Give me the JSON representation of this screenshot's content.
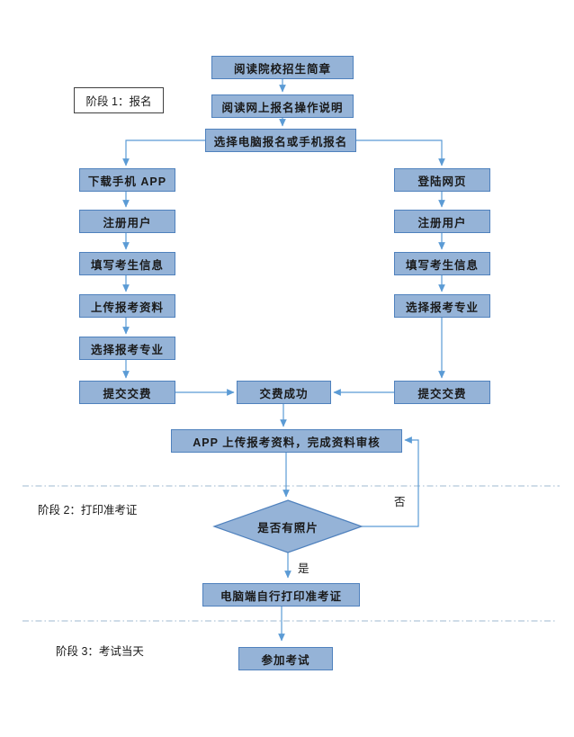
{
  "colors": {
    "node_fill": "#95B3D7",
    "node_border": "#4F81BD",
    "arrow": "#5B9BD5",
    "divider": "#9FB8D0",
    "text": "#1a1a1a",
    "stage_border": "#404040",
    "background": "#ffffff"
  },
  "stages": [
    {
      "label": "阶段 1：报名"
    },
    {
      "label": "阶段 2：打印准考证"
    },
    {
      "label": "阶段 3：考试当天"
    }
  ],
  "nodes": {
    "read_guide": "阅读院校招生简章",
    "read_instructions": "阅读网上报名操作说明",
    "choose_method": "选择电脑报名或手机报名",
    "app_download": "下载手机 APP",
    "app_register": "注册用户",
    "app_fill_info": "填写考生信息",
    "app_upload": "上传报考资料",
    "app_major": "选择报考专业",
    "app_pay": "提交交费",
    "web_login": "登陆网页",
    "web_register": "注册用户",
    "web_fill_info": "填写考生信息",
    "web_major": "选择报考专业",
    "web_pay": "提交交费",
    "pay_success": "交费成功",
    "upload_review": "APP 上传报考资料，完成资料审核",
    "has_photo": "是否有照片",
    "print_ticket": "电脑端自行打印准考证",
    "take_exam": "参加考试"
  },
  "edge_labels": {
    "no": "否",
    "yes": "是"
  }
}
